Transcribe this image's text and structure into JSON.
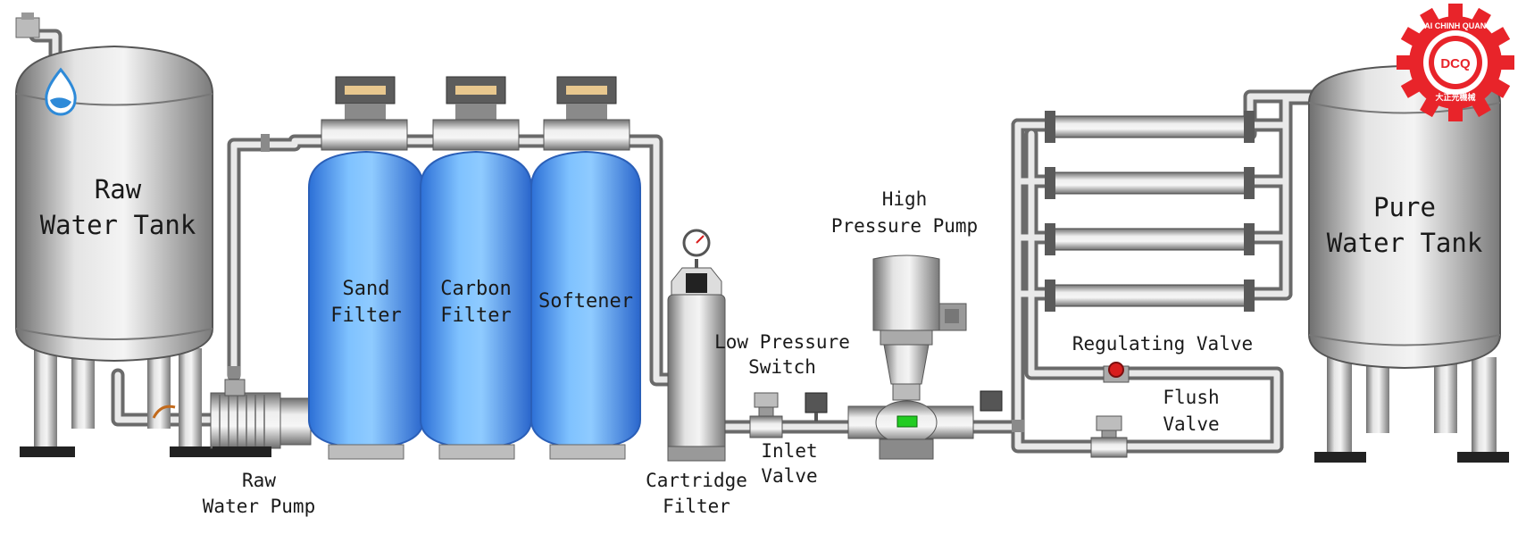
{
  "colors": {
    "steel": "#bdbdbd",
    "steel_dark": "#6e6e6e",
    "vessel_blue": "#4a9cf0",
    "vessel_blue_dark": "#2f6fd0",
    "gauge_green": "#22cc22",
    "valve_red": "#d81e1e",
    "logo_red": "#e8242a"
  },
  "logo": {
    "brand": "DAI CHINH QUANG",
    "mark": "DCQ",
    "chinese": "大正光機械"
  },
  "labels": {
    "raw_tank": [
      "Raw",
      "Water Tank"
    ],
    "raw_pump": [
      "Raw",
      "Water Pump"
    ],
    "sand_filter": [
      "Sand",
      "Filter"
    ],
    "carbon_filter": [
      "Carbon",
      "Filter"
    ],
    "softener": [
      "Softener"
    ],
    "cartridge_filter": [
      "Cartridge",
      "Filter"
    ],
    "low_pressure_switch": [
      "Low Pressure",
      "Switch"
    ],
    "inlet_valve": [
      "Inlet",
      "Valve"
    ],
    "high_pressure_pump": [
      "High",
      "Pressure Pump"
    ],
    "regulating_valve": [
      "Regulating Valve"
    ],
    "flush_valve": [
      "Flush",
      "Valve"
    ],
    "pure_tank": [
      "Pure",
      "Water Tank"
    ]
  },
  "icons": {
    "water_drop": "water-drop-icon",
    "pressure_gauge": "pressure-gauge-icon"
  }
}
